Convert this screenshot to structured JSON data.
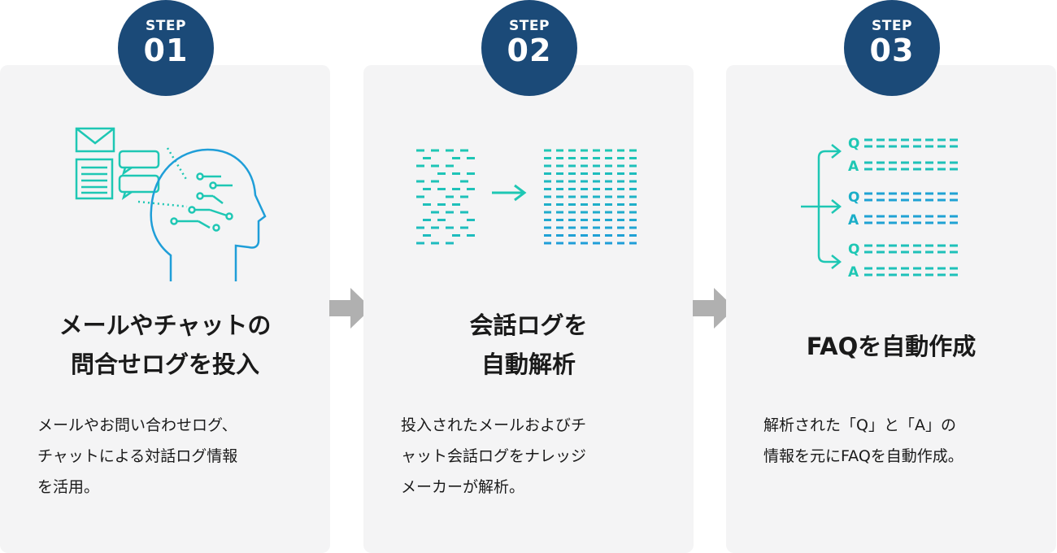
{
  "steps": [
    {
      "badge_label": "STEP",
      "badge_number": "01",
      "title_lines": [
        "メールやチャットの",
        "問合せログを投入"
      ],
      "desc_lines": [
        "メールやお問い合わせログ、",
        "チャットによる対話ログ情報",
        "を活用。"
      ]
    },
    {
      "badge_label": "STEP",
      "badge_number": "02",
      "title_lines": [
        "会話ログを",
        "自動解析"
      ],
      "desc_lines": [
        "投入されたメールおよびチ",
        "ャット会話ログをナレッジ",
        "メーカーが解析。"
      ]
    },
    {
      "badge_label": "STEP",
      "badge_number": "03",
      "title_lines": [
        "FAQを自動作成"
      ],
      "desc_lines": [
        "解析された「Q」と「A」の",
        "情報を元にFAQを自動作成。"
      ],
      "faq_labels": [
        "Q",
        "A",
        "Q",
        "A",
        "Q",
        "A"
      ]
    }
  ],
  "colors": {
    "badge": "#1b4a78",
    "card": "#f4f4f5",
    "teal": "#1ec7b4",
    "blue": "#1f9ed8",
    "arrow": "#b0b0b0"
  },
  "icons": [
    "mail-icon",
    "document-icon",
    "chat-bubble-icon",
    "ai-head-icon",
    "right-arrow-icon",
    "branch-arrow-icon"
  ]
}
